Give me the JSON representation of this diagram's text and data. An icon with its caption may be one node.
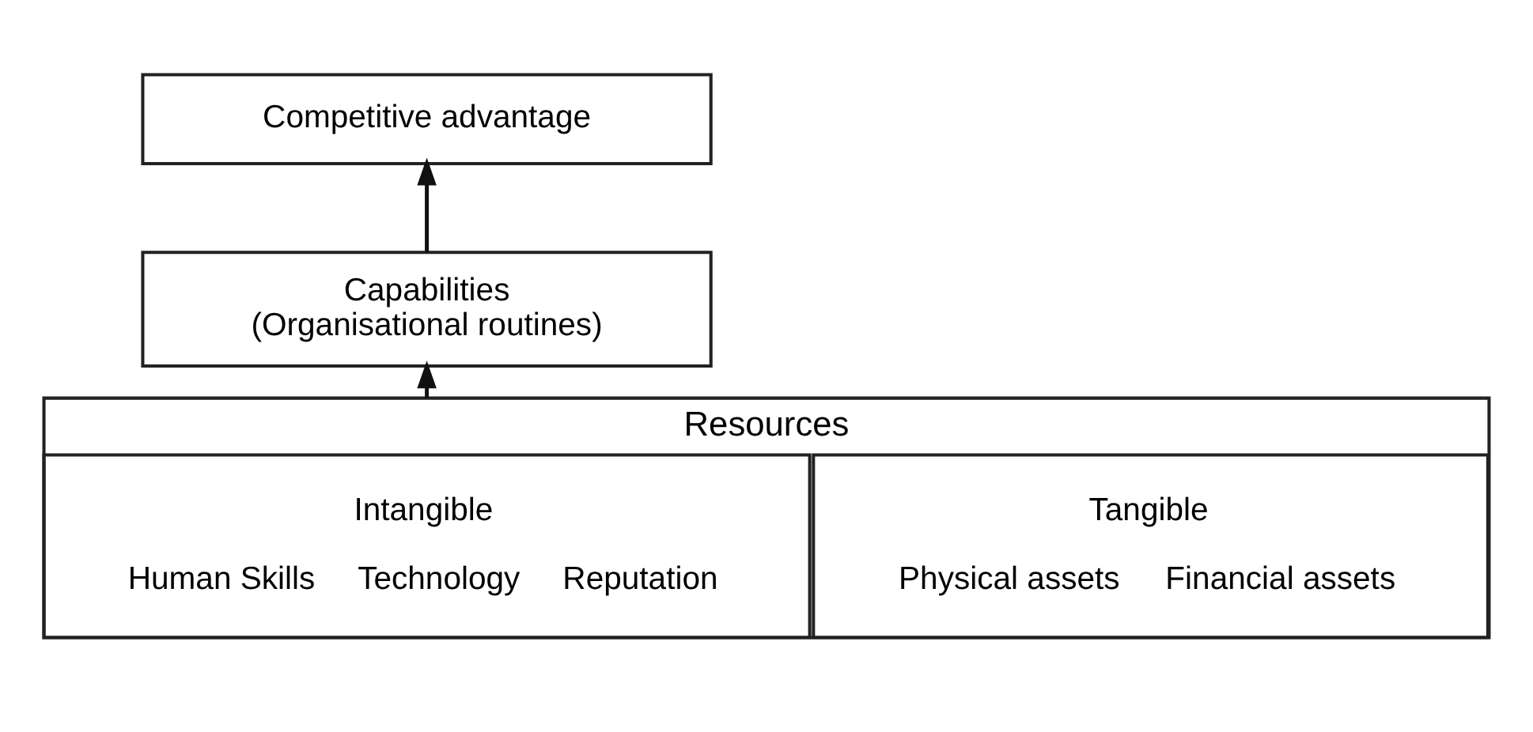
{
  "diagram": {
    "nodes": [
      {
        "text": [
          "Competitive advantage"
        ]
      },
      {
        "text": [
          "Capabilities",
          "(Organisational routines)"
        ]
      },
      {
        "text": [
          "Resources"
        ]
      },
      {
        "text": [
          "Tangible",
          "Physical assets",
          "Financial assets"
        ],
        "in": 2
      },
      {
        "text": [
          "Intangible",
          "Human Skills",
          "Technology",
          "Reputation"
        ],
        "in": 2
      }
    ],
    "edges": [
      {
        "from": 2,
        "to": 1,
        "arrow": "to"
      },
      {
        "from": 1,
        "to": 0,
        "arrow": "to"
      }
    ]
  }
}
